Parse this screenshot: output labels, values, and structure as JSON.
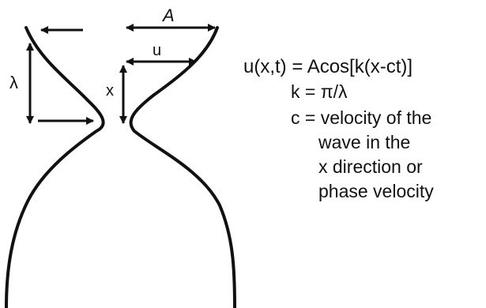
{
  "labels": {
    "amplitude": "A",
    "displacement": "u",
    "wavelength": "λ",
    "position": "x"
  },
  "equations": {
    "wave": "u(x,t) = Acos[k(x-ct)]",
    "wavenumber": "k = π/λ",
    "velocity_line1": "c = velocity of the",
    "velocity_line2": "wave in the",
    "velocity_line3": "x direction or",
    "velocity_line4": "phase velocity"
  },
  "colors": {
    "ink": "#111111",
    "background": "#ffffff"
  }
}
